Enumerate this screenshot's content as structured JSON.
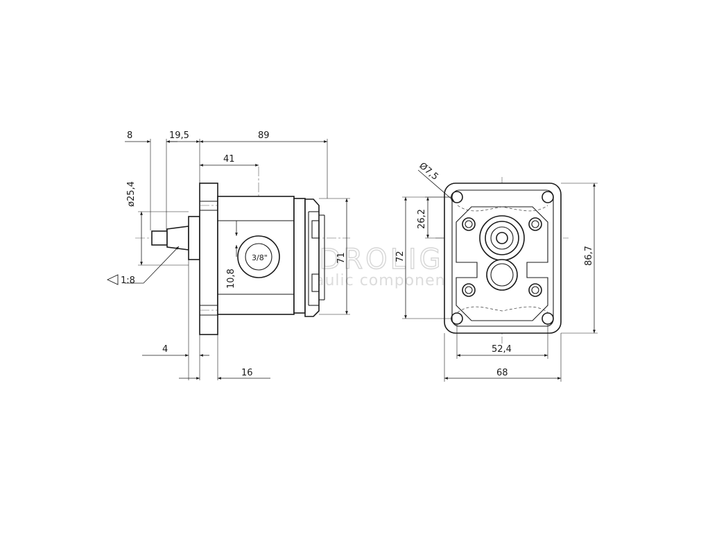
{
  "side_view": {
    "dims": {
      "d_8": "8",
      "d_19_5": "19,5",
      "d_89": "89",
      "d_41": "41",
      "d_25_4": "ø25,4",
      "d_taper": "1:8",
      "d_10_8": "10,8",
      "d_71": "71",
      "d_4": "4",
      "d_16": "16"
    },
    "port_label": "3/8\""
  },
  "front_view": {
    "dims": {
      "d_7_5": "Ø7,5",
      "d_26_2": "26,2",
      "d_72": "72",
      "d_86_7": "86,7",
      "d_52_4": "52,4",
      "d_68": "68"
    }
  },
  "watermark": {
    "title": "HYDROLIGE",
    "subtitle": "hydraulic components"
  },
  "colors": {
    "line": "#1a1a1a",
    "watermark": "#d6d6d6"
  }
}
